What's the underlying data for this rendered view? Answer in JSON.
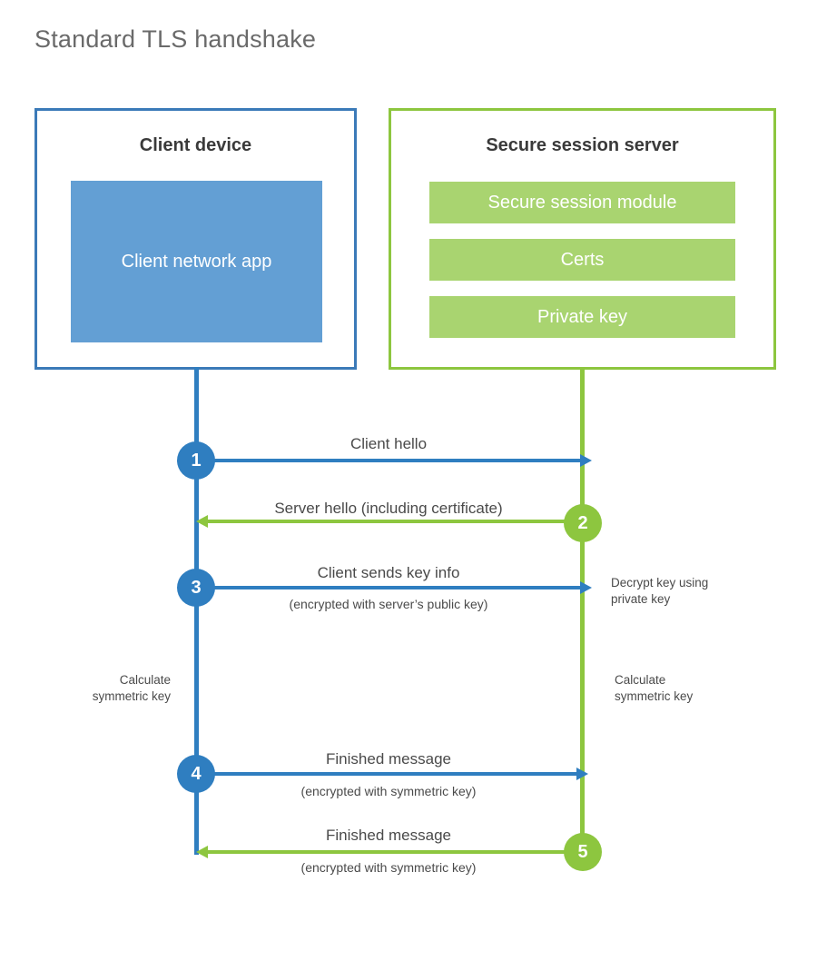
{
  "title": "Standard TLS handshake",
  "colors": {
    "client_border": "#3b7ab8",
    "client_fill": "#639fd4",
    "client_line": "#2f7ec0",
    "server_border": "#8dc63f",
    "server_fill": "#a9d470",
    "server_line": "#8dc63f",
    "title_text": "#6a6a6a",
    "body_text": "#4a4a4a",
    "background": "#ffffff"
  },
  "panels": {
    "client": {
      "title": "Client device",
      "block": "Client network app"
    },
    "server": {
      "title": "Secure session server",
      "bars": [
        "Secure session module",
        "Certs",
        "Private key"
      ]
    }
  },
  "steps": [
    {
      "number": "1",
      "label": "Client hello",
      "sublabel": "",
      "direction": "client-to-server",
      "color": "blue"
    },
    {
      "number": "2",
      "label": "Server hello (including certificate)",
      "sublabel": "",
      "direction": "server-to-client",
      "color": "green"
    },
    {
      "number": "3",
      "label": "Client sends key info",
      "sublabel": "(encrypted with server’s public key)",
      "direction": "client-to-server",
      "color": "blue"
    },
    {
      "number": "4",
      "label": "Finished message",
      "sublabel": "(encrypted with symmetric key)",
      "direction": "client-to-server",
      "color": "blue"
    },
    {
      "number": "5",
      "label": "Finished message",
      "sublabel": "(encrypted with symmetric key)",
      "direction": "server-to-client",
      "color": "green"
    }
  ],
  "notes": {
    "decrypt_key": "Decrypt key using\nprivate key",
    "calculate_client": "Calculate\nsymmetric key",
    "calculate_server": "Calculate\nsymmetric key"
  }
}
